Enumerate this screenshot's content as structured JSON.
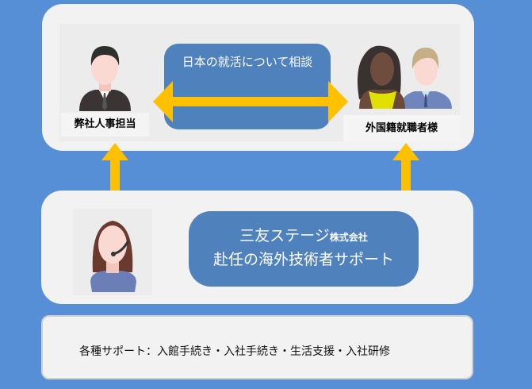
{
  "top": {
    "center_label": "日本の就活について相談",
    "left_label": "弊社人事担当",
    "right_label": "外国籍就職者様"
  },
  "middle": {
    "company": "三友ステージ",
    "company_suffix": "株式会社",
    "service": "赴任の海外技術者サポート"
  },
  "bottom": {
    "text": "各種サポート：入館手続き・入社手続き・生活支援・入社研修"
  },
  "colors": {
    "background": "#568fd6",
    "panel": "#f2f2f2",
    "box": "#4f81bd",
    "arrow": "#ffc000"
  }
}
